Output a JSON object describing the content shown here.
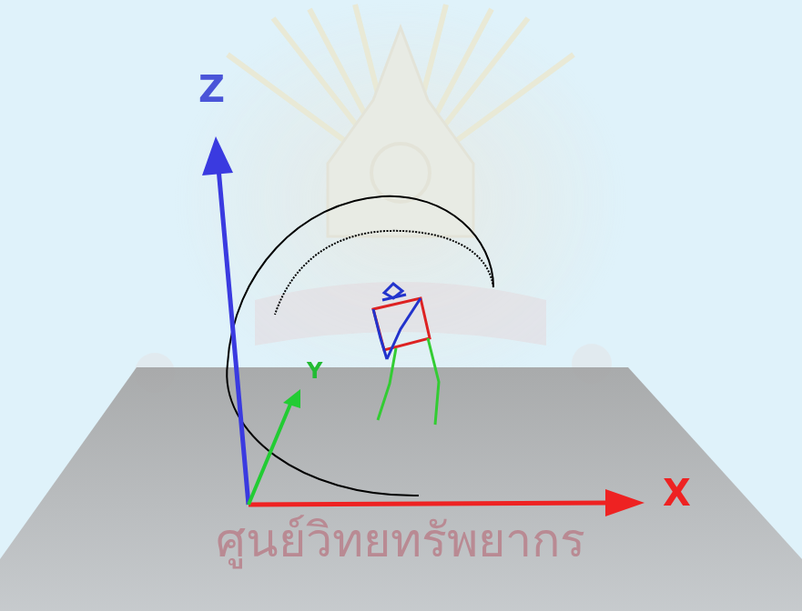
{
  "diagram": {
    "labels": [
      "Z",
      "Y",
      "X",
      "ศูนย์วิทยทรัพยากร"
    ]
  }
}
